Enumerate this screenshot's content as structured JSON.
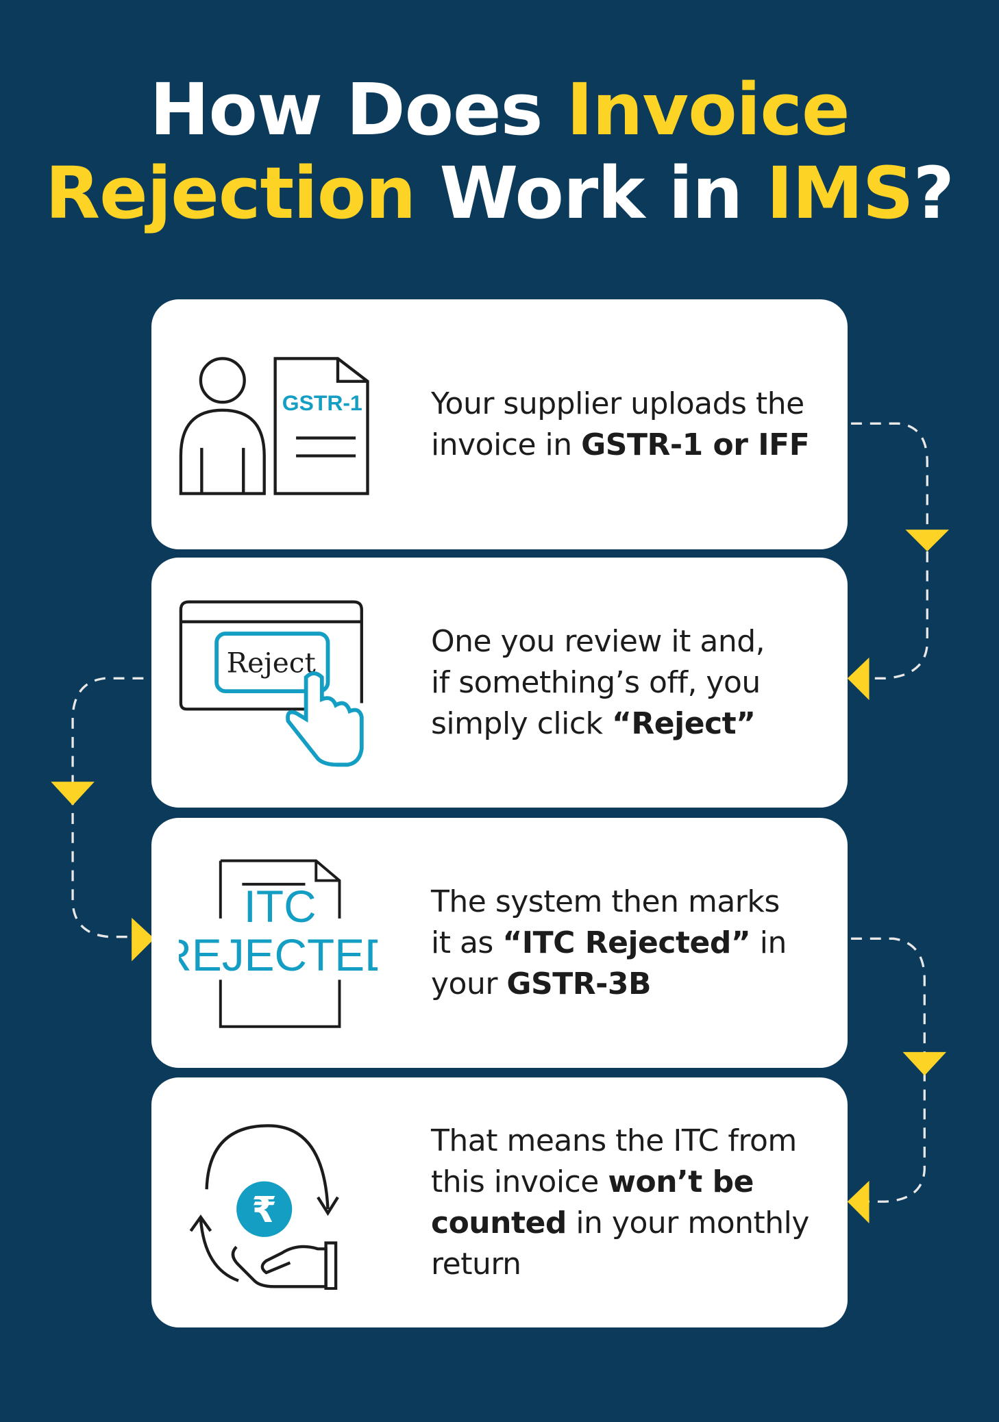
{
  "title": {
    "line1": [
      {
        "text": "How Does ",
        "hl": false
      },
      {
        "text": "Invoice",
        "hl": true
      }
    ],
    "line2": [
      {
        "text": "Rejection",
        "hl": true
      },
      {
        "text": " Work in ",
        "hl": false
      },
      {
        "text": "IMS",
        "hl": true
      },
      {
        "text": "?",
        "hl": false
      }
    ]
  },
  "colors": {
    "background": "#0b3a5a",
    "accent": "#fdd426",
    "icon_blue": "#159ec4",
    "card": "#ffffff"
  },
  "steps": [
    {
      "icon": "supplier-document-icon",
      "icon_label": "GSTR-1",
      "lines": [
        [
          {
            "text": "Your supplier uploads the",
            "bold": false
          }
        ],
        [
          {
            "text": "invoice in ",
            "bold": false
          },
          {
            "text": "GSTR-1 or IFF",
            "bold": true
          }
        ]
      ]
    },
    {
      "icon": "reject-click-icon",
      "icon_label": "Reject",
      "lines": [
        [
          {
            "text": "One you review it and,",
            "bold": false
          }
        ],
        [
          {
            "text": "if something’s off, you",
            "bold": false
          }
        ],
        [
          {
            "text": "simply click ",
            "bold": false
          },
          {
            "text": "“Reject”",
            "bold": true
          }
        ]
      ]
    },
    {
      "icon": "itc-rejected-icon",
      "icon_label": "ITC",
      "icon_label2": "REJECTED",
      "lines": [
        [
          {
            "text": "The system then marks",
            "bold": false
          }
        ],
        [
          {
            "text": "it as ",
            "bold": false
          },
          {
            "text": "“ITC Rejected”",
            "bold": true
          },
          {
            "text": " in",
            "bold": false
          }
        ],
        [
          {
            "text": "your ",
            "bold": false
          },
          {
            "text": "GSTR-3B",
            "bold": true
          }
        ]
      ]
    },
    {
      "icon": "rupee-cycle-hand-icon",
      "icon_label": "₹",
      "lines": [
        [
          {
            "text": "That means the ITC from",
            "bold": false
          }
        ],
        [
          {
            "text": "this invoice ",
            "bold": false
          },
          {
            "text": "won’t be",
            "bold": true
          }
        ],
        [
          {
            "text": "counted",
            "bold": true
          },
          {
            "text": " in your monthly",
            "bold": false
          }
        ],
        [
          {
            "text": "return",
            "bold": false
          }
        ]
      ]
    }
  ]
}
